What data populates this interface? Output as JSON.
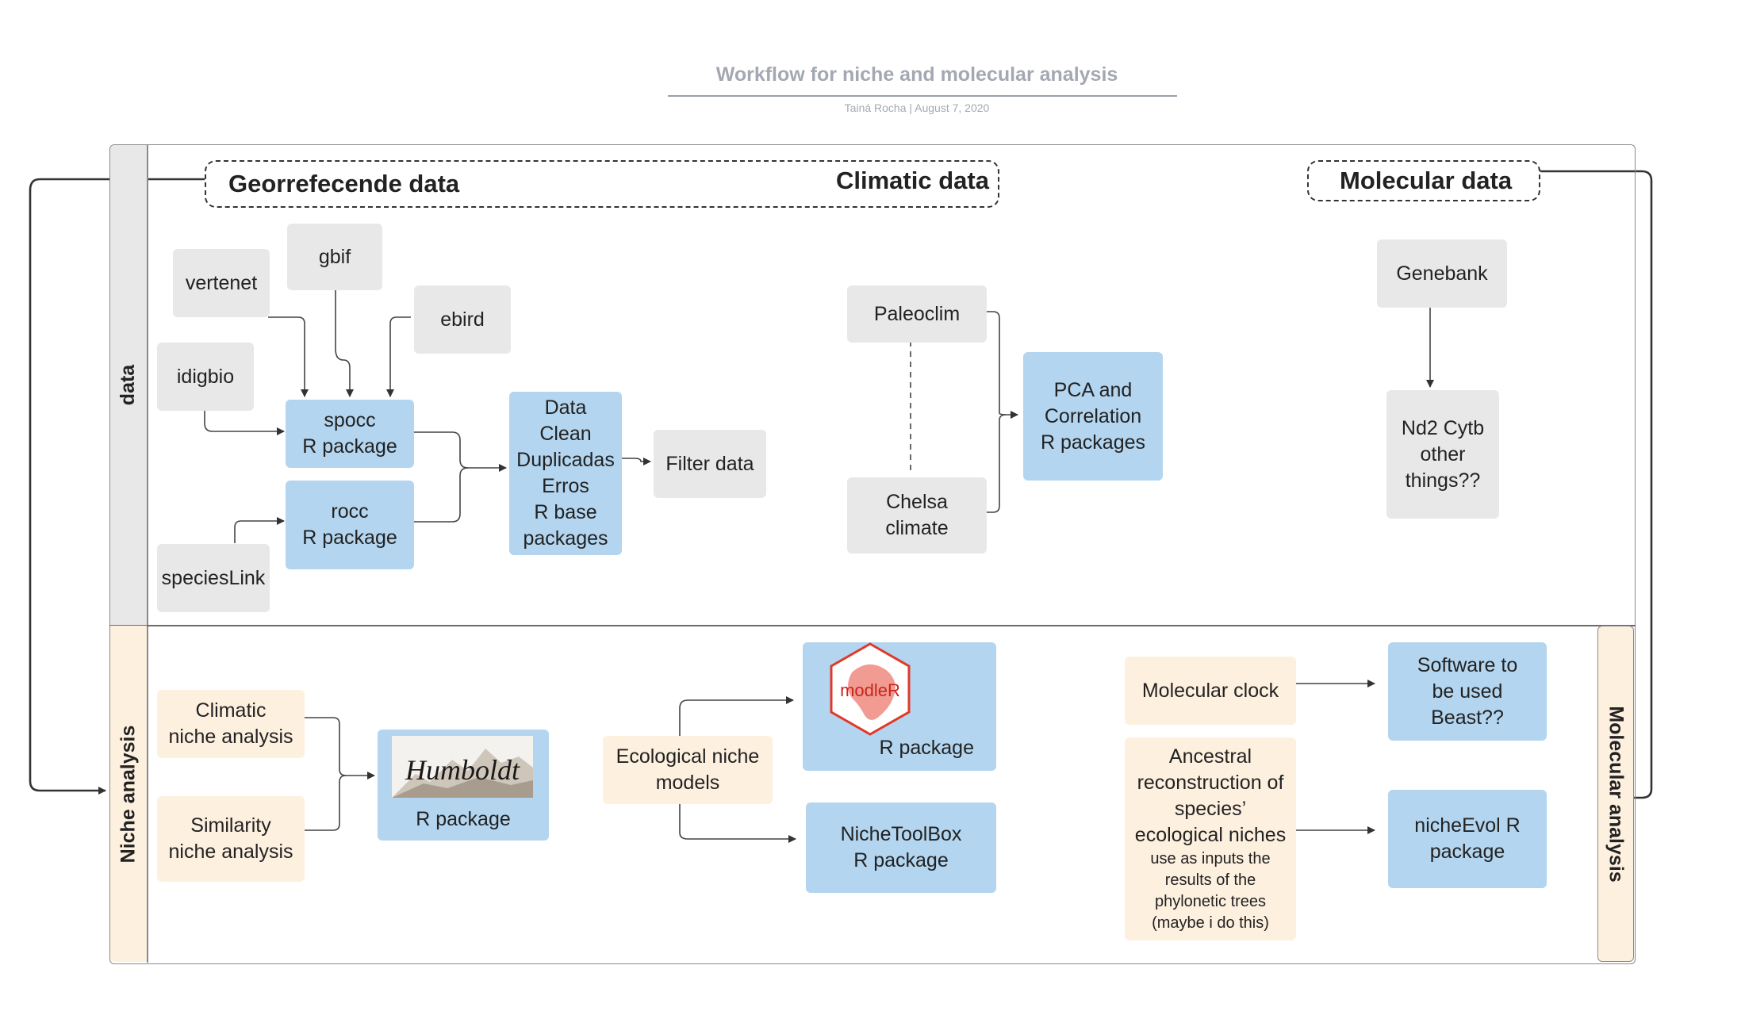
{
  "header": {
    "title": "Workflow for niche and molecular analysis",
    "subtitle": "Tainá Rocha  |  August 7, 2020"
  },
  "lanes": {
    "data": "data",
    "niche": "Niche analysis",
    "molecular": "Molecular analysis"
  },
  "section_headers": {
    "georef": "Georrefecende data",
    "climatic": "Climatic data",
    "molecular": "Molecular data"
  },
  "nodes": {
    "vertenet": "vertenet",
    "gbif": "gbif",
    "ebird": "ebird",
    "idigbio": "idigbio",
    "specieslink": "speciesLink",
    "spocc": "spocc\nR package",
    "rocc": "rocc\nR package",
    "data_clean": "Data\nClean\nDuplicadas\nErros\nR base\npackages",
    "filter": "Filter data",
    "paleoclim": "Paleoclim",
    "chelsa": "Chelsa\nclimate",
    "pca": "PCA and\nCorrelation\nR packages",
    "genebank": "Genebank",
    "nd2": "Nd2 Cytb\nother\nthings??",
    "climatic_niche": "Climatic\nniche analysis",
    "similarity_niche": "Similarity\nniche analysis",
    "humboldt_pkg": "R package",
    "eco_niche": "Ecological niche\nmodels",
    "modler_pkg": "R package",
    "nichetoolbox": "NicheToolBox\nR package",
    "molecular_clock": "Molecular clock",
    "software": "Software to\nbe used\nBeast??",
    "ancestral": "Ancestral\nreconstruction of\nspecies’\necological niches",
    "ancestral_note": "use as inputs the\nresults of the\nphylonetic trees\n(maybe i do this)",
    "nicheevol": "nicheEvol R\npackage"
  },
  "logos": {
    "humboldt": "Humboldt",
    "modler": "modleR"
  },
  "colors": {
    "grey_box": "#e8e8e8",
    "blue_box": "#b3d5ef",
    "peach_box": "#fdf0df",
    "title_grey": "#a3a8b2",
    "modler_red": "#e0392b"
  }
}
